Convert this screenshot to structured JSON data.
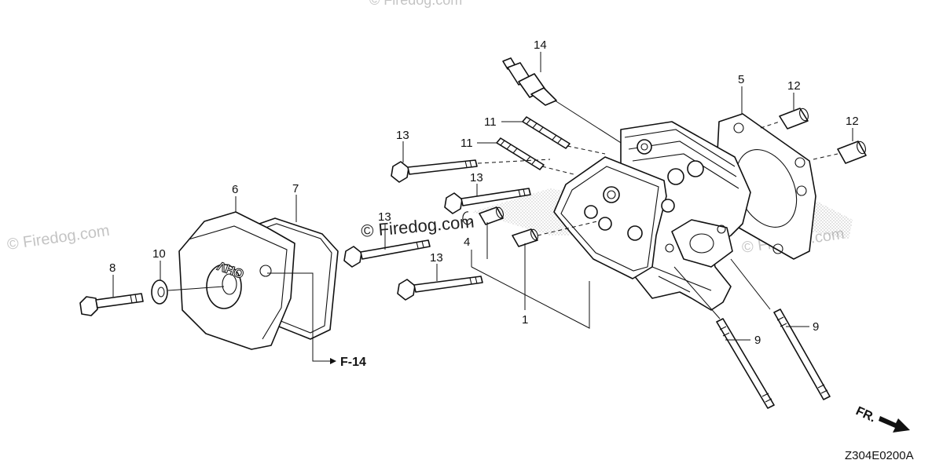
{
  "watermarks": {
    "main": "© Firedog.com",
    "faint": [
      "© Firedog.com",
      "© Firedog.com",
      "© Firedog.com"
    ]
  },
  "callouts": {
    "c1": "1",
    "c4": "4",
    "c5": "5",
    "c6": "6",
    "c7": "7",
    "c8": "8",
    "c9a": "9",
    "c9b": "9",
    "c10": "10",
    "c11a": "11",
    "c11b": "11",
    "c12a": "12",
    "c12b": "12",
    "c13a": "13",
    "c13b": "13",
    "c13c": "13",
    "c13d": "13",
    "c14": "14"
  },
  "cover_emboss": "OHV",
  "ref_label": "F-14",
  "front_label": "FR.",
  "diagram_code": "Z304E0200A",
  "colors": {
    "line": "#111111",
    "watermark": "#c4c4c4",
    "dots": "#9a9a9a"
  }
}
